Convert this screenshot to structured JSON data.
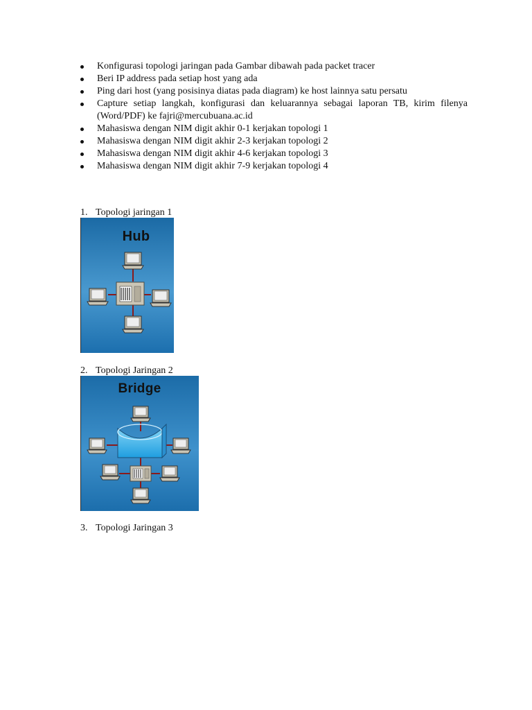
{
  "instructions": [
    "Konfigurasi topologi jaringan pada Gambar dibawah pada packet tracer",
    "Beri IP address pada setiap host yang ada",
    "Ping dari host (yang posisinya diatas pada diagram) ke host lainnya satu persatu",
    "Capture setiap langkah, konfigurasi dan keluarannya sebagai laporan TB, kirim filenya (Word/PDF) ke fajri@mercubuana.ac.id",
    "Mahasiswa dengan NIM digit akhir 0-1 kerjakan topologi 1",
    "Mahasiswa dengan NIM digit akhir 2-3 kerjakan topologi 2",
    "Mahasiswa dengan NIM digit akhir 4-6 kerjakan topologi 3",
    "Mahasiswa dengan NIM digit akhir 7-9 kerjakan topologi 4"
  ],
  "topologies": [
    {
      "number": "1.",
      "label": "Topologi jaringan 1",
      "figure_title": "Hub"
    },
    {
      "number": "2.",
      "label": "Topologi Jaringan 2",
      "figure_title": "Bridge"
    },
    {
      "number": "3.",
      "label": "Topologi Jaringan 3"
    }
  ],
  "colors": {
    "figure_background": "#1f76b4",
    "link_line": "#8b1a1a",
    "device_gray": "#c9c4b4",
    "bridge_blue": "#39b0ea"
  }
}
